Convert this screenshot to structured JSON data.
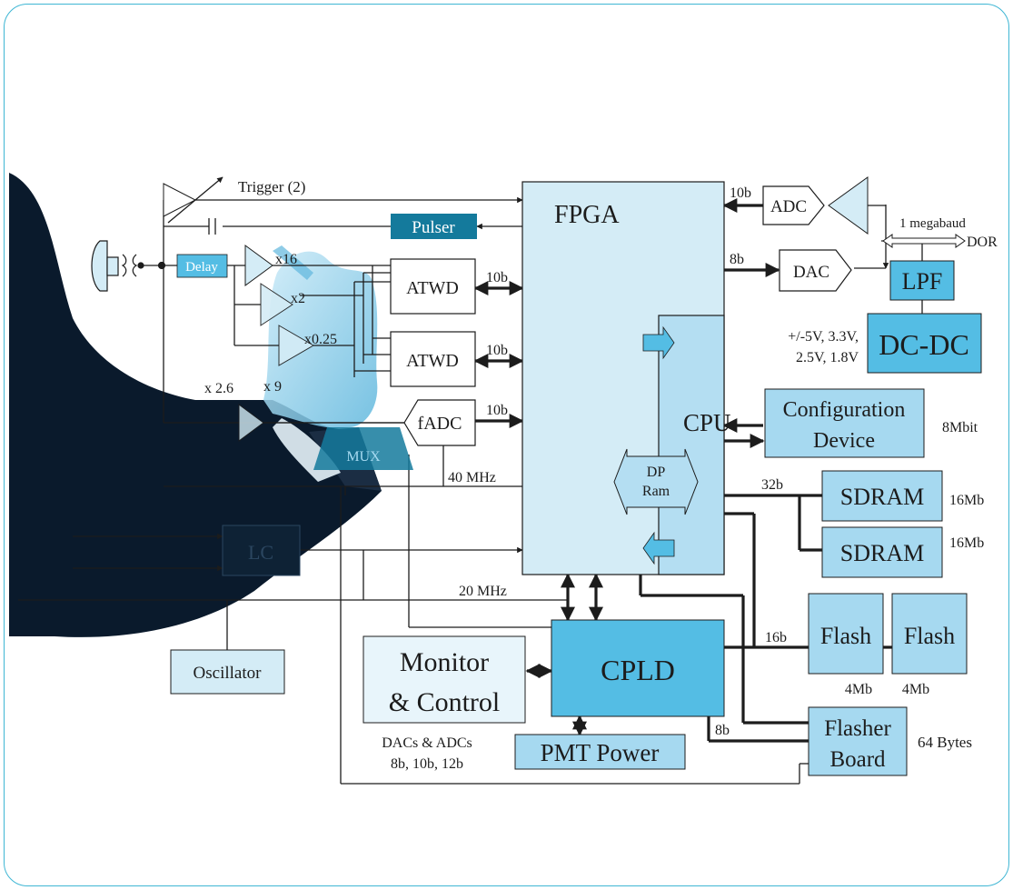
{
  "blocks": {
    "fpga": "FPGA",
    "cpu": "CPU",
    "dp_ram_1": "DP",
    "dp_ram_2": "Ram",
    "cpld": "CPLD",
    "pulser": "Pulser",
    "delay": "Delay",
    "atwd_1": "ATWD",
    "atwd_2": "ATWD",
    "fadc": "fADC",
    "mux": "MUX",
    "lc": "LC",
    "adc": "ADC",
    "dac": "DAC",
    "lpf": "LPF",
    "dcdc": "DC-DC",
    "config_1": "Configuration",
    "config_2": "Device",
    "sdram_1": "SDRAM",
    "sdram_2": "SDRAM",
    "flash_1": "Flash",
    "flash_2": "Flash",
    "flasher_1": "Flasher",
    "flasher_2": "Board",
    "monitor_1": "Monitor",
    "monitor_2": "& Control",
    "pmt_power": "PMT Power",
    "oscillator": "Oscillator"
  },
  "labels": {
    "trigger": "Trigger (2)",
    "gain_x16": "x16",
    "gain_x2": "x2",
    "gain_x025": "x0.25",
    "gain_x26": "x 2.6",
    "gain_x9": "x 9",
    "bus_atwd1": "10b",
    "bus_atwd2": "10b",
    "bus_fadc": "10b",
    "bus_adc": "10b",
    "bus_dac": "8b",
    "bus_sdram": "32b",
    "bus_flash": "16b",
    "bus_flasher": "8b",
    "clk_40": "40 MHz",
    "clk_20": "20 MHz",
    "megabaud": "1 megabaud",
    "dor": "DOR",
    "volt_1": "+/-5V, 3.3V,",
    "volt_2": "2.5V, 1.8V",
    "config_size": "8Mbit",
    "sdram_size_1": "16Mb",
    "sdram_size_2": "16Mb",
    "flash_size_1": "4Mb",
    "flash_size_2": "4Mb",
    "flasher_size": "64 Bytes",
    "dacs_1": "DACs & ADCs",
    "dacs_2": "8b, 10b, 12b"
  },
  "colors": {
    "frame": "#3fb6d4",
    "fpga_fill": "#d4ecf6",
    "cpu_fill": "#b4def2",
    "block_fill": "#a6d9f0",
    "pale_fill": "#e8f5fb",
    "dark_fill": "#147a9c",
    "cpld_fill": "#54bde4",
    "line": "#1c1c1c",
    "suit": "#0a1a2c"
  }
}
